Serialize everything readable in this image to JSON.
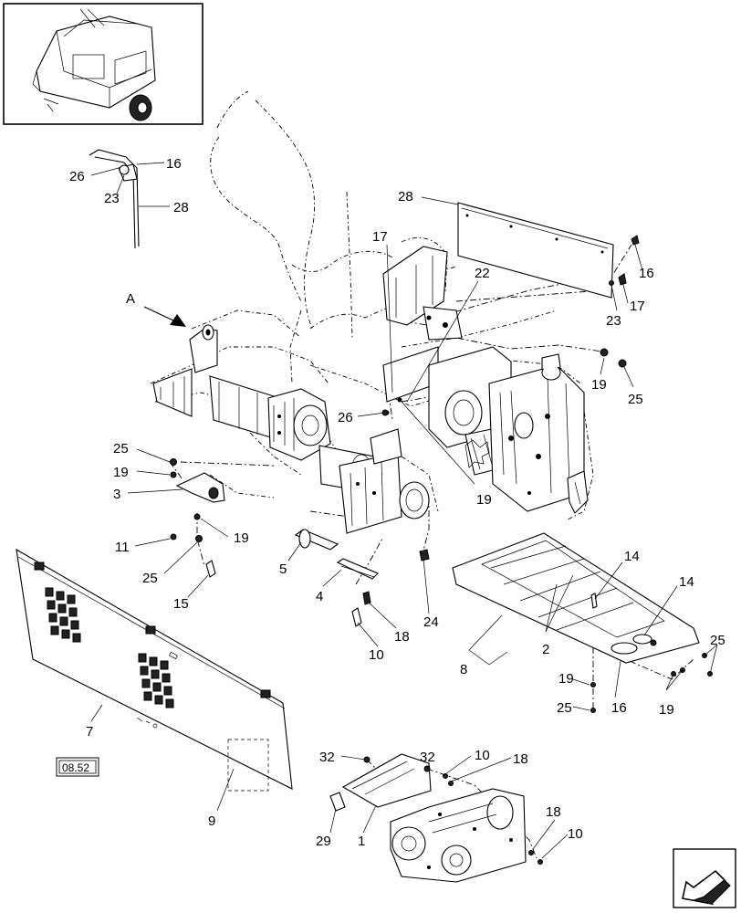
{
  "callouts": {
    "c1": "1",
    "c2": "2",
    "c3": "3",
    "c4": "4",
    "c5": "5",
    "c7": "7",
    "c8": "8",
    "c9": "9",
    "c10a": "10",
    "c10b": "10",
    "c10c": "10",
    "c11": "11",
    "c14a": "14",
    "c14b": "14",
    "c15": "15",
    "c16a": "16",
    "c16b": "16",
    "c16c": "16",
    "c17a": "17",
    "c17b": "17",
    "c18a": "18",
    "c18b": "18",
    "c18c": "18",
    "c19a": "19",
    "c19b": "19",
    "c19c": "19",
    "c19d": "19",
    "c19e": "19",
    "c19f": "19",
    "c22": "22",
    "c23a": "23",
    "c23b": "23",
    "c24": "24",
    "c25a": "25",
    "c25b": "25",
    "c25c": "25",
    "c25d": "25",
    "c25e": "25",
    "c26a": "26",
    "c26b": "26",
    "c28a": "28",
    "c28b": "28",
    "c29": "29",
    "c32a": "32",
    "c32b": "32"
  },
  "view_label": "A",
  "reference_box": "08.52",
  "icons": {
    "thumbnail": "round-baler-thumbnail-icon",
    "navigation": "next-page-arrow-icon"
  }
}
